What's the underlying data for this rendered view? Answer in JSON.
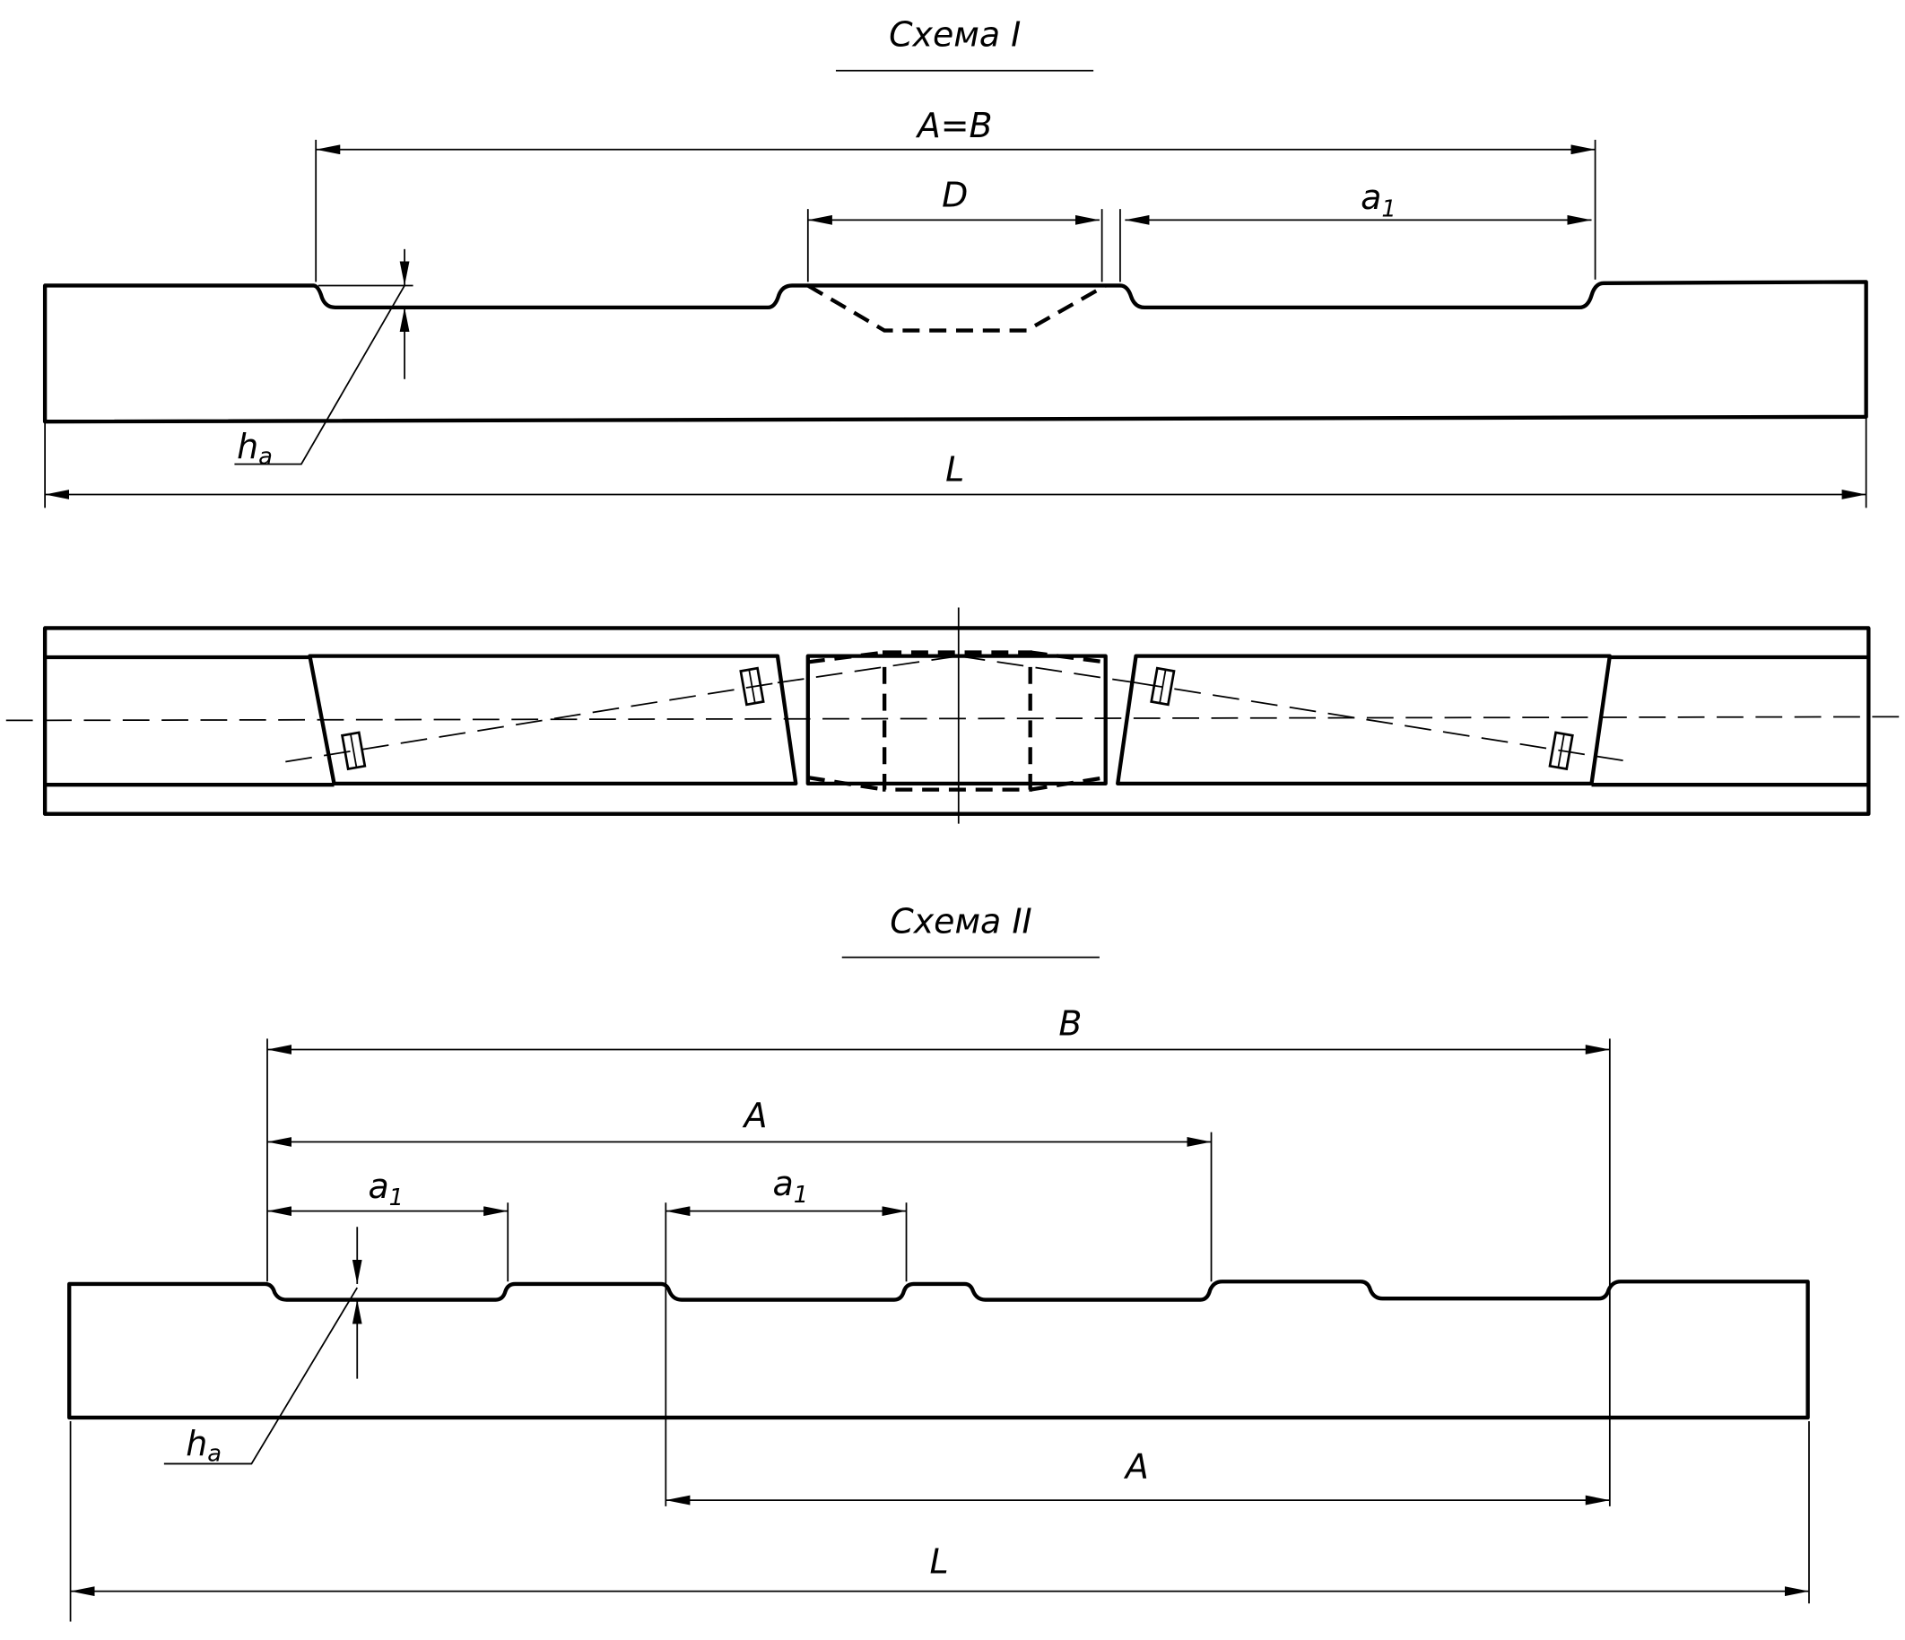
{
  "scheme1": {
    "title": "Схема I",
    "dim_AB": "A=B",
    "dim_D": "D",
    "dim_a1": {
      "main": "a",
      "sub": "1"
    },
    "dim_ha": {
      "main": "h",
      "sub": "a"
    },
    "dim_L": "L"
  },
  "scheme2": {
    "title": "Схема II",
    "dim_B": "B",
    "dim_A_top": "A",
    "dim_a1_left": {
      "main": "a",
      "sub": "1"
    },
    "dim_a1_mid": {
      "main": "a",
      "sub": "1"
    },
    "dim_ha": {
      "main": "h",
      "sub": "a"
    },
    "dim_A_bottom": "A",
    "dim_L": "L"
  }
}
